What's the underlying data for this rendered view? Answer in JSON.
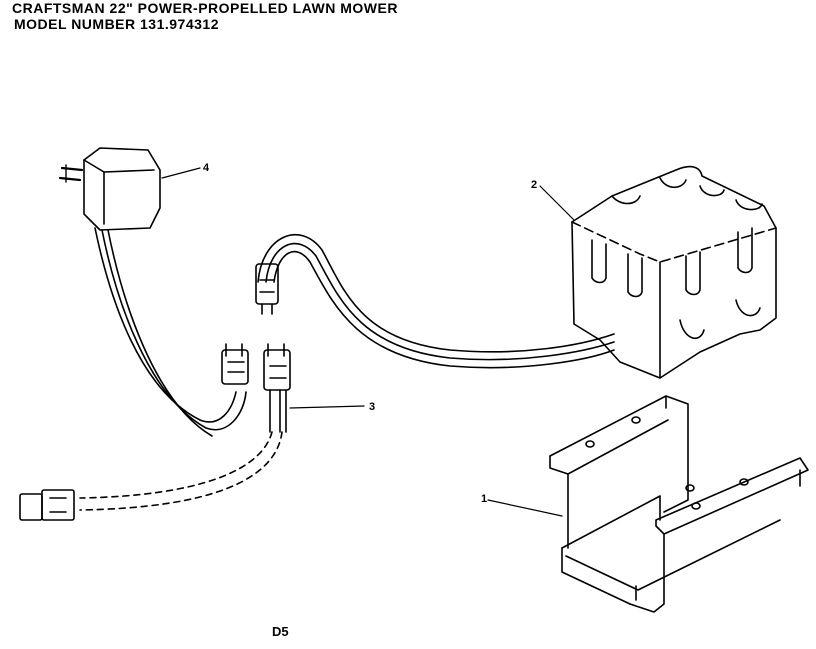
{
  "header": {
    "title_line1": "CRAFTSMAN 22\" POWER-PROPELLED LAWN MOWER",
    "title_line2": "MODEL NUMBER 131.974312"
  },
  "callouts": {
    "c1": "1",
    "c2": "2",
    "c3": "3",
    "c4": "4"
  },
  "footer": {
    "page_code": "D5"
  },
  "colors": {
    "ink": "#000000",
    "paper": "#ffffff"
  }
}
